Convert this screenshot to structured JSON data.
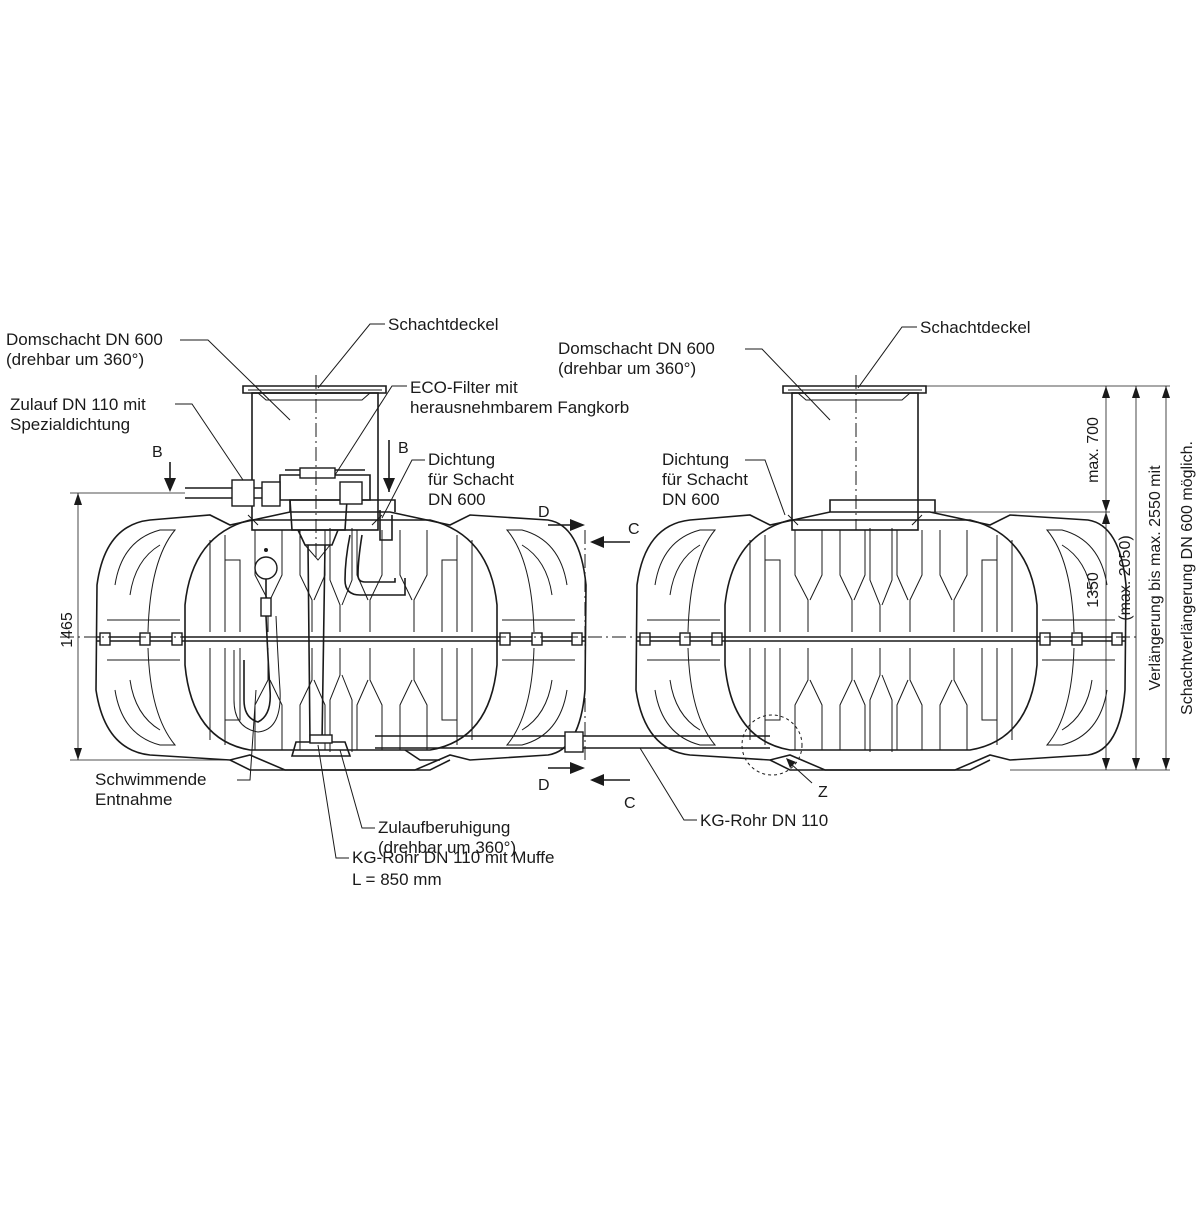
{
  "labels": {
    "domschacht_left": [
      "Domschacht DN 600",
      "(drehbar um 360°)"
    ],
    "domschacht_right": [
      "Domschacht DN 600",
      "(drehbar um 360°)"
    ],
    "schachtdeckel_left": "Schachtdeckel",
    "schachtdeckel_right": "Schachtdeckel",
    "eco_filter": [
      "ECO-Filter mit",
      "herausnehmbarem Fangkorb"
    ],
    "zulauf": [
      "Zulauf DN 110 mit",
      "Spezialdichtung"
    ],
    "dichtung_left": [
      "Dichtung",
      "für Schacht",
      "DN 600"
    ],
    "dichtung_right": [
      "Dichtung",
      "für Schacht",
      "DN 600"
    ],
    "schwimmende": [
      "Schwimmende",
      "Entnahme"
    ],
    "zulaufberuhigung": [
      "Zulaufberuhigung",
      "(drehbar um 360°)"
    ],
    "kg_rohr_muffe": [
      "KG-Rohr DN 110 mit Muffe",
      "L =  850 mm"
    ],
    "kg_rohr": "KG-Rohr DN 110"
  },
  "section_marks": {
    "b": "B",
    "c": "C",
    "d": "D",
    "z": "Z"
  },
  "dimensions": {
    "overall_height": "1465",
    "max_shaft": "max. 700",
    "tank_height": "1350",
    "max_total": "(max. 2050)",
    "extension_note": [
      "Verlängerung bis max. 2550 mit",
      "Schachtverlängerung DN 600 möglich."
    ]
  },
  "colors": {
    "line": "#1a1a1a",
    "background": "#ffffff"
  }
}
